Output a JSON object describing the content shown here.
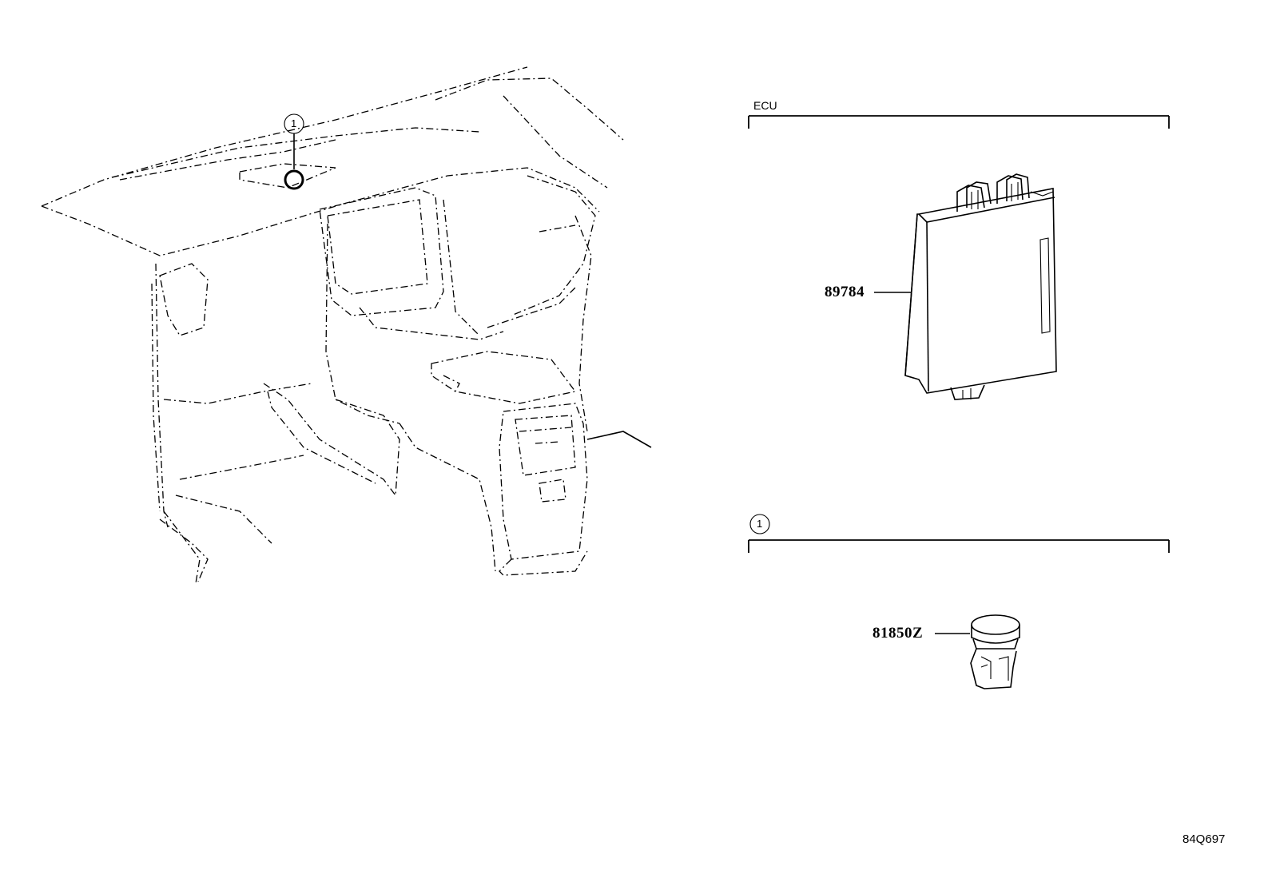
{
  "sections": [
    {
      "title": "ECU",
      "parts": [
        {
          "number": "89784"
        }
      ]
    },
    {
      "callout": "1",
      "parts": [
        {
          "number": "81850Z"
        }
      ]
    }
  ],
  "overview": {
    "callout": "1"
  },
  "reference_code": "84Q697"
}
